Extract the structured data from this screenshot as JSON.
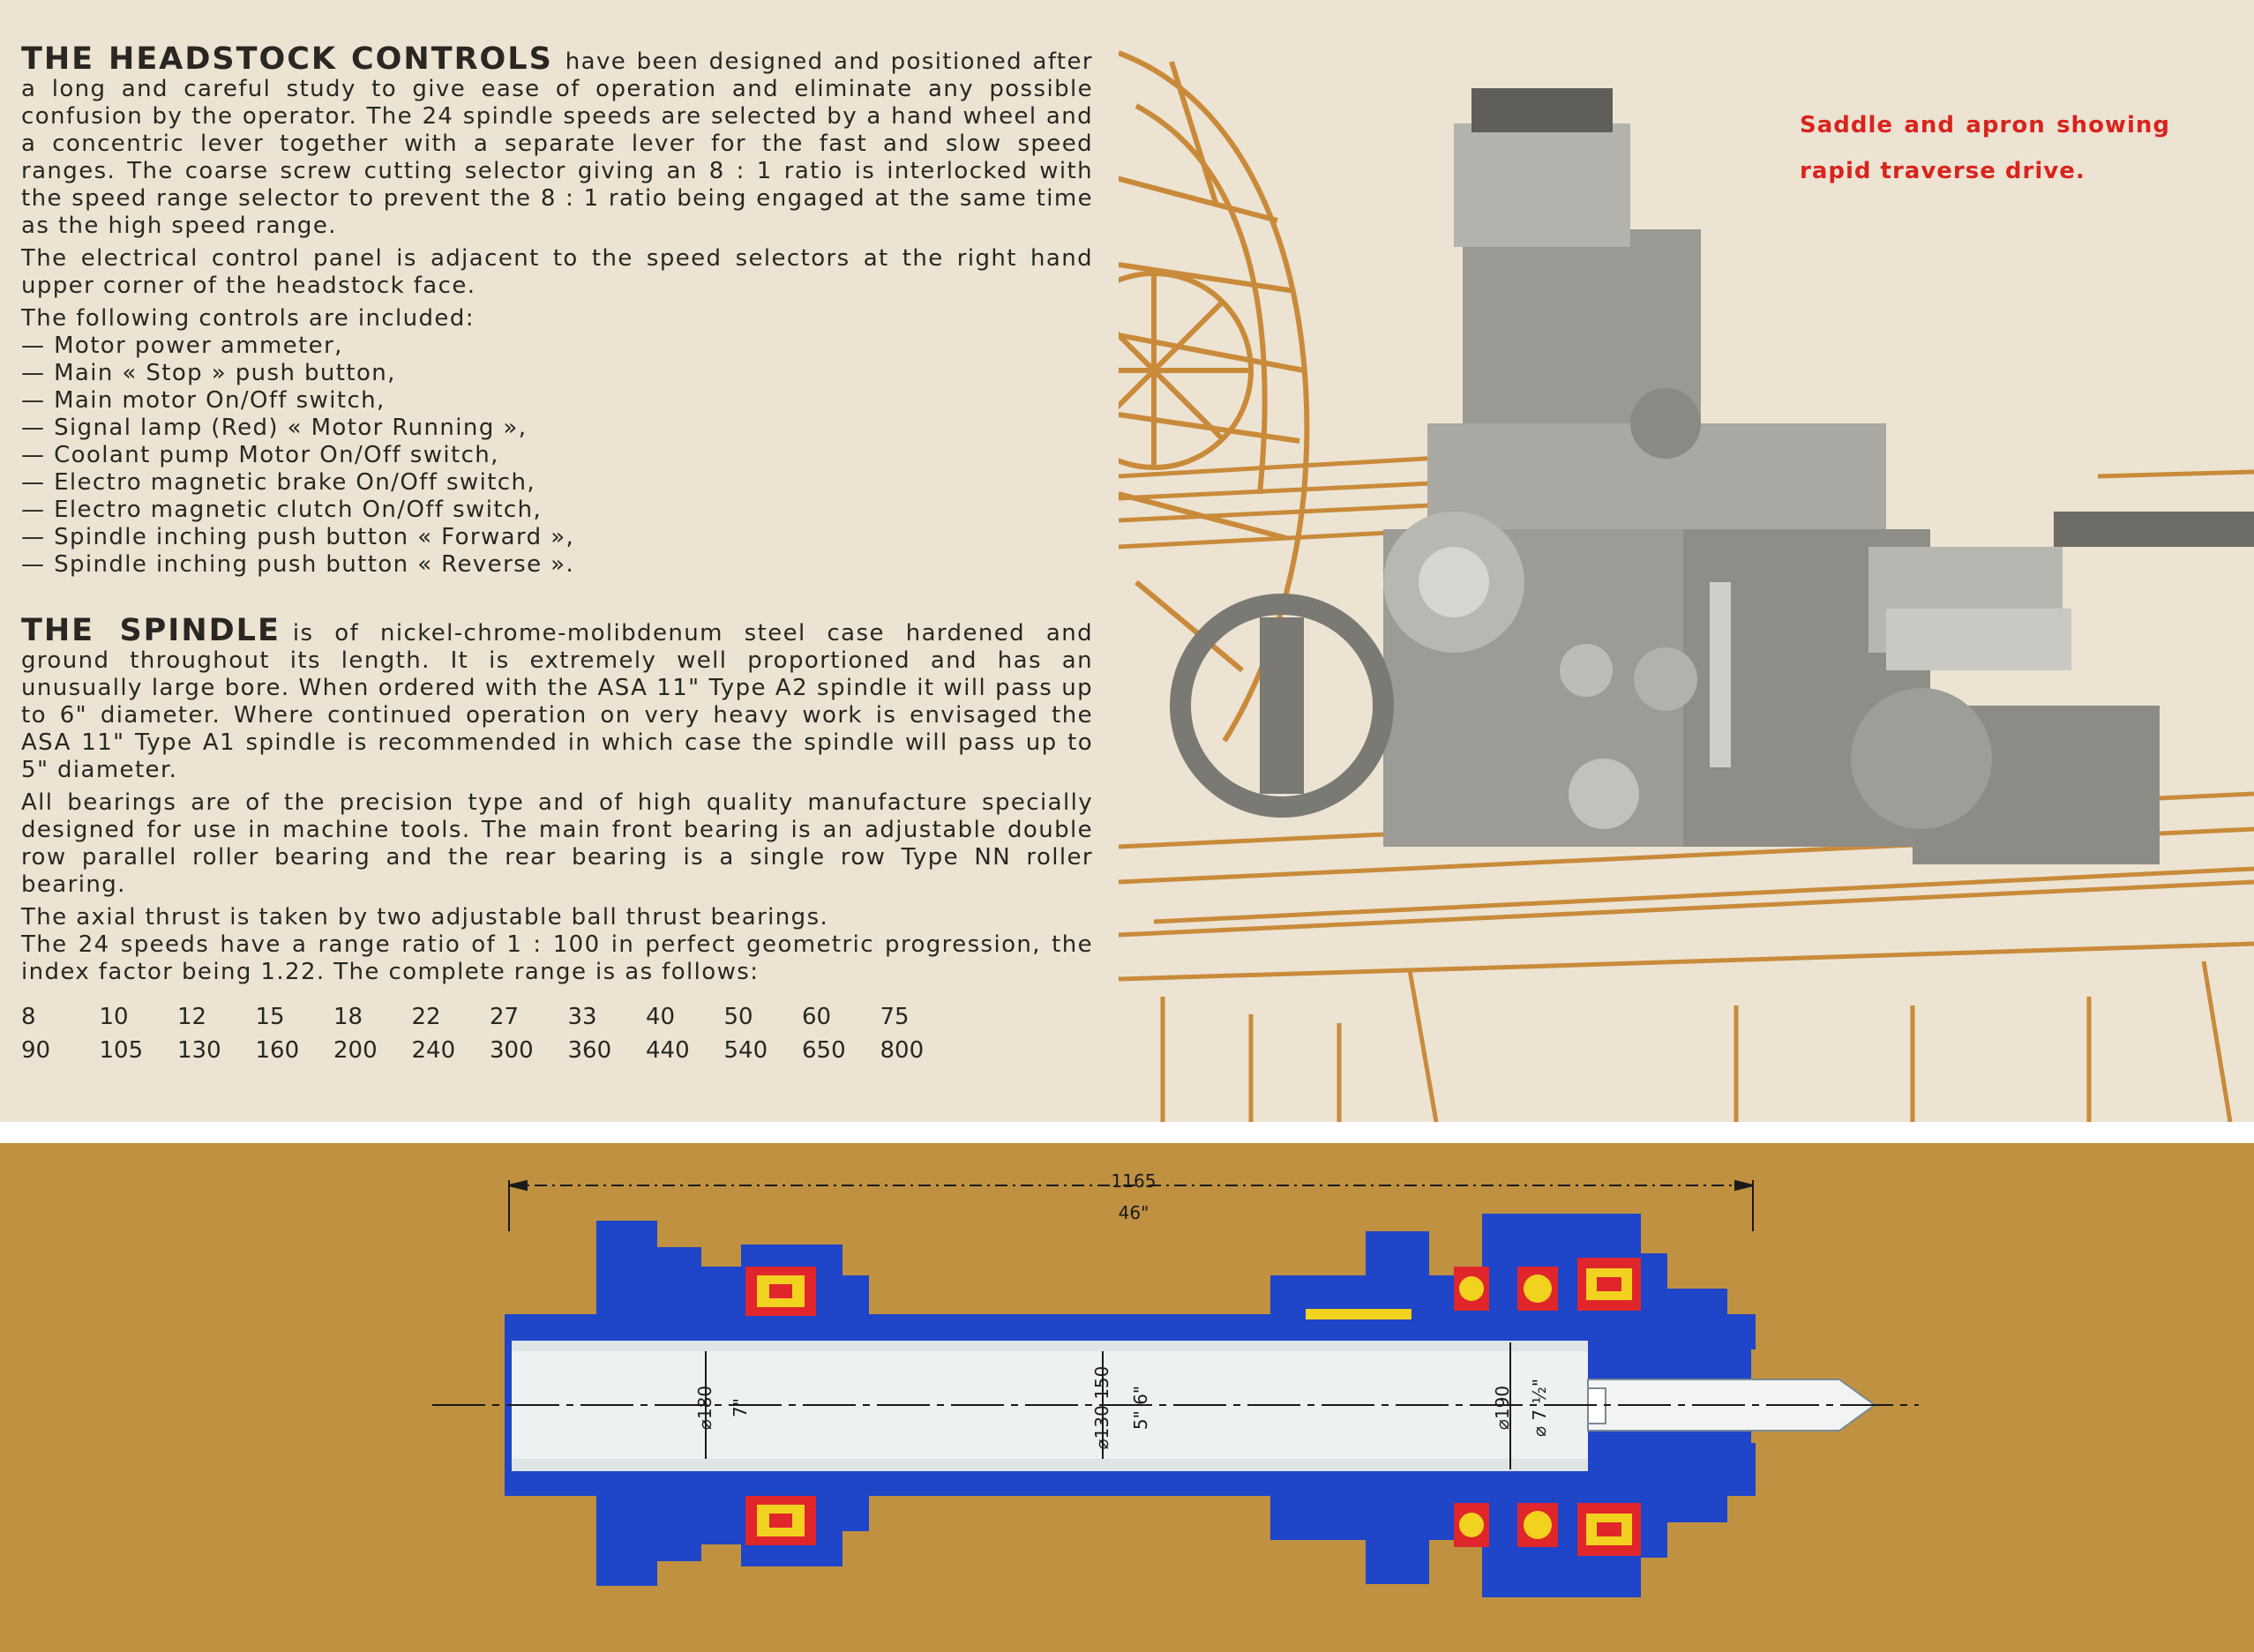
{
  "headstock": {
    "heading": "THE HEADSTOCK CONTROLS",
    "para1": "have been designed and positioned after a long and careful study to give ease of operation and eliminate any possible confusion by the operator. The 24 spindle speeds are selected by a hand wheel and a concentric lever together with a separate lever for the fast and slow speed ranges. The coarse screw cutting selector giving an 8 : 1 ratio is interlocked with the speed range selector to prevent the 8 : 1 ratio being engaged at the same time as the high speed range.",
    "para2": "The electrical control panel is adjacent to the speed selectors at the right hand upper corner of the headstock face.",
    "para3": "The following controls are included:",
    "controls": [
      "Motor power ammeter,",
      "Main « Stop » push button,",
      "Main motor On/Off switch,",
      "Signal lamp (Red) « Motor Running »,",
      "Coolant pump Motor On/Off switch,",
      "Electro magnetic brake On/Off switch,",
      "Electro magnetic clutch On/Off switch,",
      "Spindle inching push button « Forward »,",
      "Spindle inching push button « Reverse »."
    ]
  },
  "spindle": {
    "heading": "THE SPINDLE",
    "para1": "is of nickel-chrome-molibdenum steel case hardened and ground throughout its length. It is extremely well proportioned and has an unusually large bore. When ordered with the ASA 11\" Type A2 spindle it will pass up to 6\" diameter. Where continued operation on very heavy work is envisaged the ASA 11\" Type A1 spindle is recommended in which case the spindle will pass up to 5\" diameter.",
    "para2": "All bearings are of the precision type and of high quality manufacture specially designed for use in machine tools. The main front bearing is an adjustable double row parallel roller bearing and the rear bearing is a single row Type NN roller bearing.",
    "para3": "The axial thrust is taken by two adjustable ball thrust bearings.",
    "para4": "The 24 speeds have a range ratio of 1 : 100 in perfect geometric progression, the index factor being 1.22. The complete range is as follows:",
    "speeds_row1": [
      "8",
      "10",
      "12",
      "15",
      "18",
      "22",
      "27",
      "33",
      "40",
      "50",
      "60",
      "75"
    ],
    "speeds_row2": [
      "90",
      "105",
      "130",
      "160",
      "200",
      "240",
      "300",
      "360",
      "440",
      "540",
      "650",
      "800"
    ]
  },
  "caption": "Saddle and apron showing rapid traverse drive.",
  "diagram": {
    "overall_mm": "1165",
    "overall_in": "46\"",
    "front_dia_mm": "⌀180",
    "front_dia_in": "7\"",
    "mid_dia_mm": "⌀130 150",
    "mid_dia_in": "5\" 6\"",
    "rear_dia_mm": "⌀190",
    "rear_dia_in": "⌀ 7 ½\""
  },
  "colors": {
    "paper": "#ece3d2",
    "sketch": "#c98a3a",
    "caption": "#d9231d",
    "diagram_bg": "#bf9140",
    "spindle_blue": "#1f45c8",
    "bearing_red": "#e0262b",
    "bearing_yellow": "#f1d21f"
  }
}
